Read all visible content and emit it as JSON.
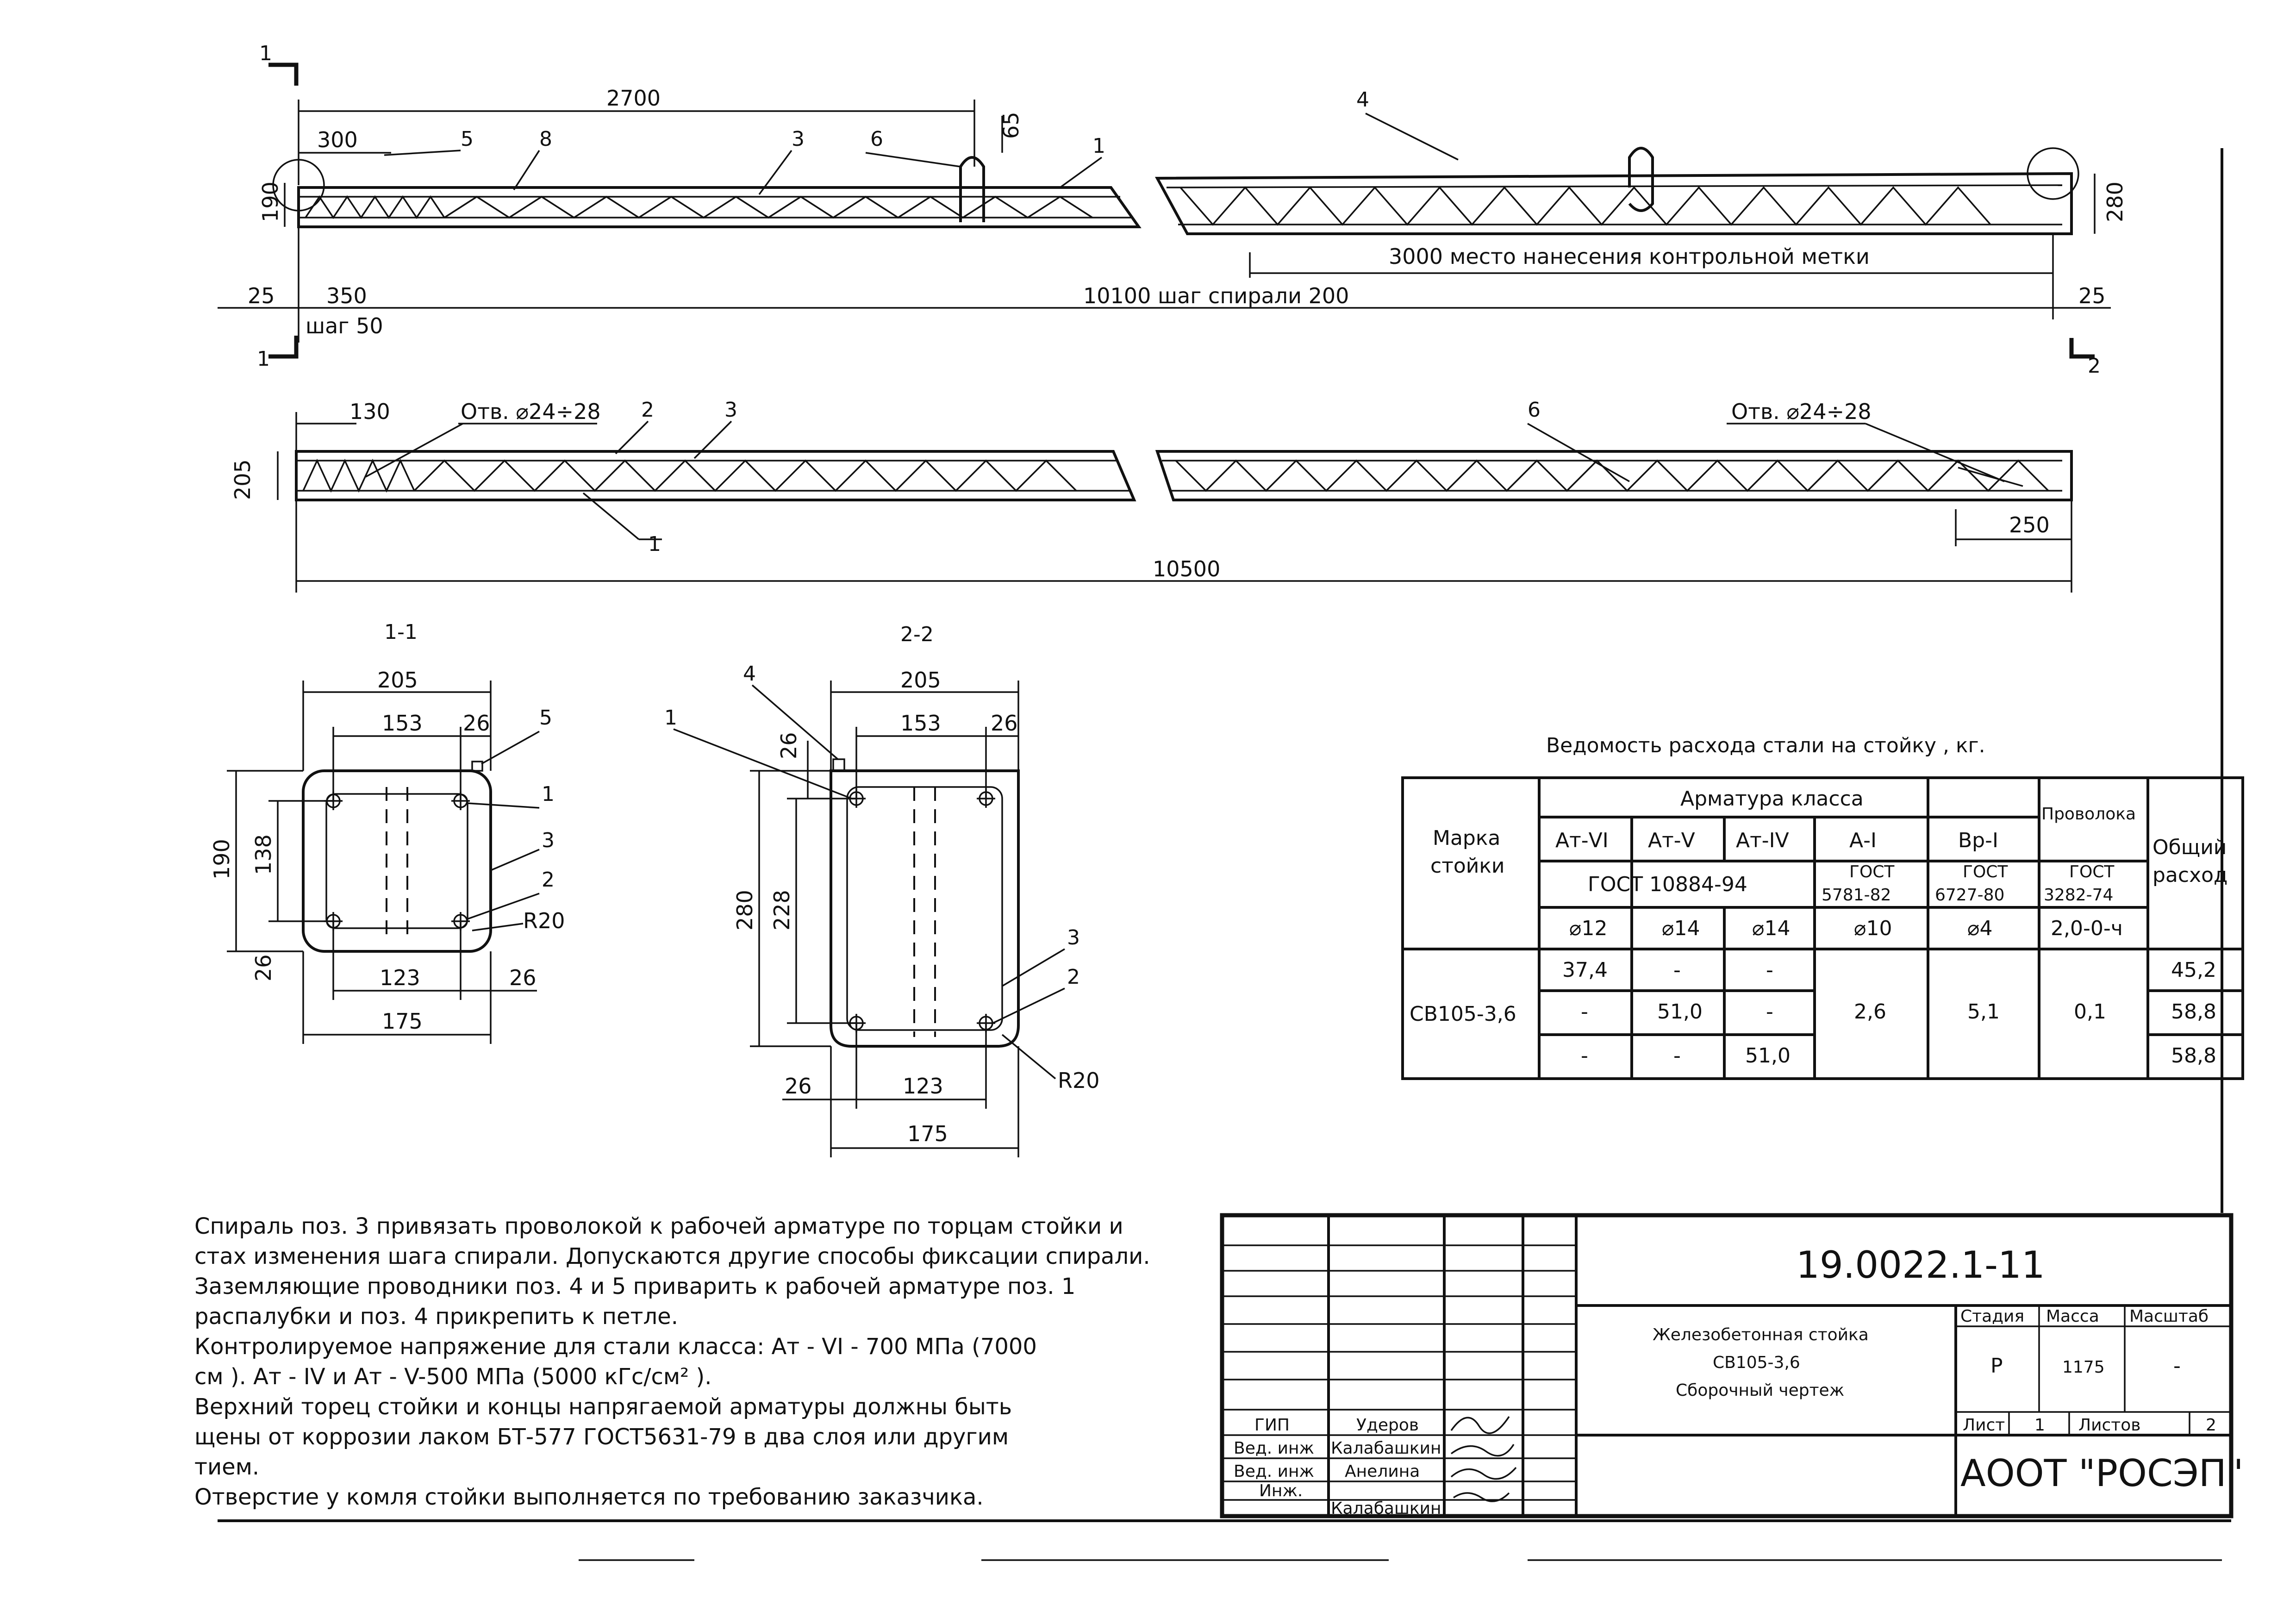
{
  "elevation": {
    "section_mark_1": "1",
    "section_mark_2": "2",
    "dim_2700": "2700",
    "dim_300": "300",
    "dim_65": "65",
    "dim_190": "190",
    "dim_280": "280",
    "dim_25_left": "25",
    "dim_25_right": "25",
    "dim_350": "350",
    "step_50": "шаг 50",
    "dim_3000": "3000 место нанесения контрольной метки",
    "dim_10100": "10100 шаг спирали 200",
    "pos_labels_top": [
      "5",
      "8",
      "3",
      "6",
      "1",
      "4"
    ]
  },
  "plan": {
    "dim_130": "130",
    "hole_left": "Отв. ⌀24÷28",
    "hole_right": "Отв. ⌀24÷28",
    "dim_205": "205",
    "dim_250": "250",
    "dim_10500": "10500",
    "pos_labels": [
      "2",
      "3",
      "1",
      "6"
    ]
  },
  "section_1_1": {
    "title": "1-1",
    "dim_205": "205",
    "dim_153": "153",
    "dim_26_top": "26",
    "dim_190": "190",
    "dim_138": "138",
    "dim_26_left": "26",
    "dim_123": "123",
    "dim_26_right": "26",
    "dim_175": "175",
    "r20": "R20",
    "pos": [
      "5",
      "1",
      "3",
      "2"
    ]
  },
  "section_2_2": {
    "title": "2-2",
    "dim_205": "205",
    "dim_153": "153",
    "dim_26_top": "26",
    "dim_26_vert": "26",
    "dim_280": "280",
    "dim_228": "228",
    "dim_26_bottom": "26",
    "dim_123": "123",
    "dim_175": "175",
    "r20": "R20",
    "pos": [
      "4",
      "1",
      "3",
      "2"
    ]
  },
  "steel_table": {
    "title": "Ведомость расхода стали на стойку , кг.",
    "col_mark": [
      "Марка",
      "стойки"
    ],
    "group_header": "Арматура класса",
    "wire_header": "Проволока",
    "total_header": [
      "Общий",
      "расход"
    ],
    "classes": [
      "Ат-VI",
      "Ат-V",
      "Ат-IV",
      "А-I",
      "Вр-I"
    ],
    "gost_main": "ГОСТ 10884-94",
    "gost_a1": [
      "ГОСТ",
      "5781-82"
    ],
    "gost_vr1": [
      "ГОСТ",
      "6727-80"
    ],
    "gost_wire": [
      "ГОСТ",
      "3282-74"
    ],
    "diameters": [
      "⌀12",
      "⌀14",
      "⌀14",
      "⌀10",
      "⌀4",
      "2,0-0-ч"
    ],
    "mark": "СВ105-3,6",
    "rows": [
      [
        "37,4",
        "-",
        "-"
      ],
      [
        "-",
        "51,0",
        "-"
      ],
      [
        "-",
        "-",
        "51,0"
      ]
    ],
    "a1_value": "2,6",
    "vr1_value": "5,1",
    "wire_value": "0,1",
    "totals": [
      "45,2",
      "58,8",
      "58,8"
    ]
  },
  "notes": [
    "Спираль поз. 3 привязать проволокой к рабочей арматуре по торцам стойки и",
    "стах изменения шага спирали. Допускаются другие способы фиксации спирали.",
    "Заземляющие проводники поз. 4 и 5 приварить к рабочей арматуре поз. 1",
    "распалубки и поз. 4 прикрепить к петле.",
    "Контролируемое напряжение для стали класса: Ат - VI - 700 МПа (7000",
    "см  ). Ат - IV и Ат - V-500 МПа (5000 кГс/см² ).",
    "Верхний торец стойки и концы напрягаемой арматуры должны быть",
    "щены от коррозии лаком БТ-577 ГОСТ5631-79 в два слоя или другим",
    "тием.",
    "Отверстие у комля стойки выполняется по требованию заказчика."
  ],
  "title_block": {
    "code": "19.0022.1-11",
    "name_lines": [
      "Железобетонная стойка",
      "СВ105-3,6",
      "Сборочный чертеж"
    ],
    "stage_header": "Стадия",
    "mass_header": "Масса",
    "scale_header": "Масштаб",
    "stage": "Р",
    "mass": "1175",
    "scale": "-",
    "sheet_label": "Лист",
    "sheet": "1",
    "sheets_label": "Листов",
    "sheets": "2",
    "org": "АООТ \"РОСЭП\"",
    "roles": [
      "ГИП",
      "Вед. инж",
      "Вед. инж",
      "Инж."
    ],
    "names": [
      "Удеров",
      "Калабашкин",
      "Анелина",
      "Калабашкин"
    ]
  }
}
